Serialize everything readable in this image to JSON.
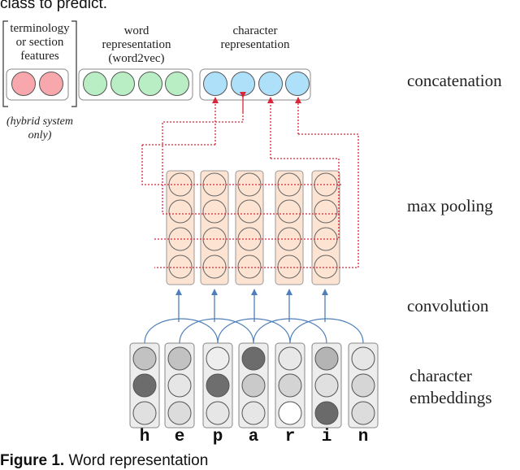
{
  "header": {
    "text": "class to predict."
  },
  "caption": {
    "bold": "Figure 1.",
    "text": " Word representation"
  },
  "top_groups": {
    "terminology": "terminology\nor section\nfeatures",
    "word": "word\nrepresentation\n(word2vec)",
    "character": "character\nrepresentation"
  },
  "note": "(hybrid system\nonly)",
  "layers": {
    "concatenation": "concatenation",
    "max_pooling": "max pooling",
    "convolution": "convolution",
    "character_embeddings": "character\nembeddings"
  },
  "characters": [
    "h",
    "e",
    "p",
    "a",
    "r",
    "i",
    "n"
  ],
  "colors": {
    "terminology": "#f8a8ac",
    "word": "#b9edc4",
    "character": "#aee0fa",
    "conv_column": "#fde4d2",
    "pooling_line": "#d9263a",
    "arrow": "#4e7fb8",
    "arc": "#4e7fb8"
  },
  "embedding_shades": [
    [
      "#c2c2c2",
      "#6c6c6c",
      "#e0e0e0"
    ],
    [
      "#c2c2c2",
      "#e6e6e6",
      "#dcdcdc"
    ],
    [
      "#eeeeee",
      "#6e6e6e",
      "#e6e6e6"
    ],
    [
      "#6c6c6c",
      "#cacaca",
      "#e6e6e6"
    ],
    [
      "#e8e8e8",
      "#d4d4d4",
      "#ffffff"
    ],
    [
      "#b4b4b4",
      "#e0e0e0",
      "#6a6a6a"
    ],
    [
      "#e6e6e6",
      "#d6d6d6",
      "#dcdcdc"
    ]
  ]
}
